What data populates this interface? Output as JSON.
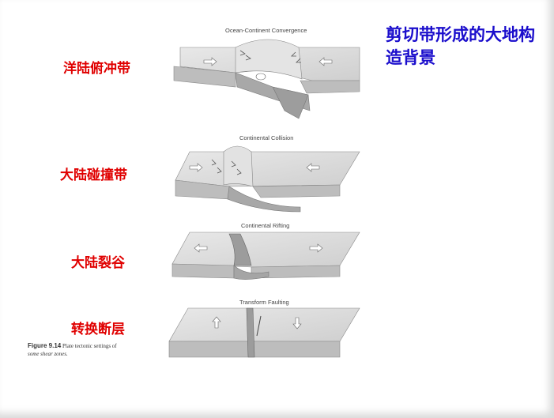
{
  "slide_title": "剪切带形成的大地构造背景",
  "labels": [
    "洋陆俯冲带",
    "大陆碰撞带",
    "大陆裂谷",
    "转换断层"
  ],
  "panel_titles": [
    "Ocean-Continent Convergence",
    "Continental Collision",
    "Continental Rifting",
    "Transform Faulting"
  ],
  "figure_caption": {
    "number": "Figure 9.14",
    "text_line1": "Plate tectonic settings of",
    "text_line2": "some shear zones."
  },
  "colors": {
    "title": "#1a0dcc",
    "label": "#e00000",
    "block_top": "#dcdcdc",
    "block_side": "#b8b8b8"
  }
}
